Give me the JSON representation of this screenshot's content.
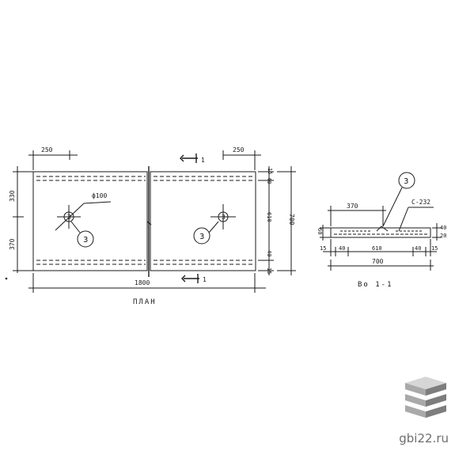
{
  "plan": {
    "title": "ПЛАН",
    "top_dim_left": "250",
    "top_dim_right": "250",
    "hole_label": "ф100",
    "callout": "3",
    "left_dim_top": "330",
    "left_dim_bottom": "370",
    "bottom_dim": "1800",
    "right_dims": [
      "15",
      "40",
      "610",
      "40",
      "15"
    ],
    "right_total": "700",
    "section_mark": "1"
  },
  "section": {
    "title": "1-1",
    "dim_top": "370",
    "callout": "3",
    "mark_label": "С-232",
    "height_left": "60",
    "height_right": [
      "40",
      "20"
    ],
    "bottom_dims": [
      "15",
      "40",
      "610",
      "40",
      "15"
    ],
    "total": "700"
  },
  "watermark": {
    "text": "gbi22.ru",
    "colors": {
      "top": "#d6d6d6",
      "mid": "#a9a9a9",
      "bottom": "#7d7d7d"
    }
  }
}
